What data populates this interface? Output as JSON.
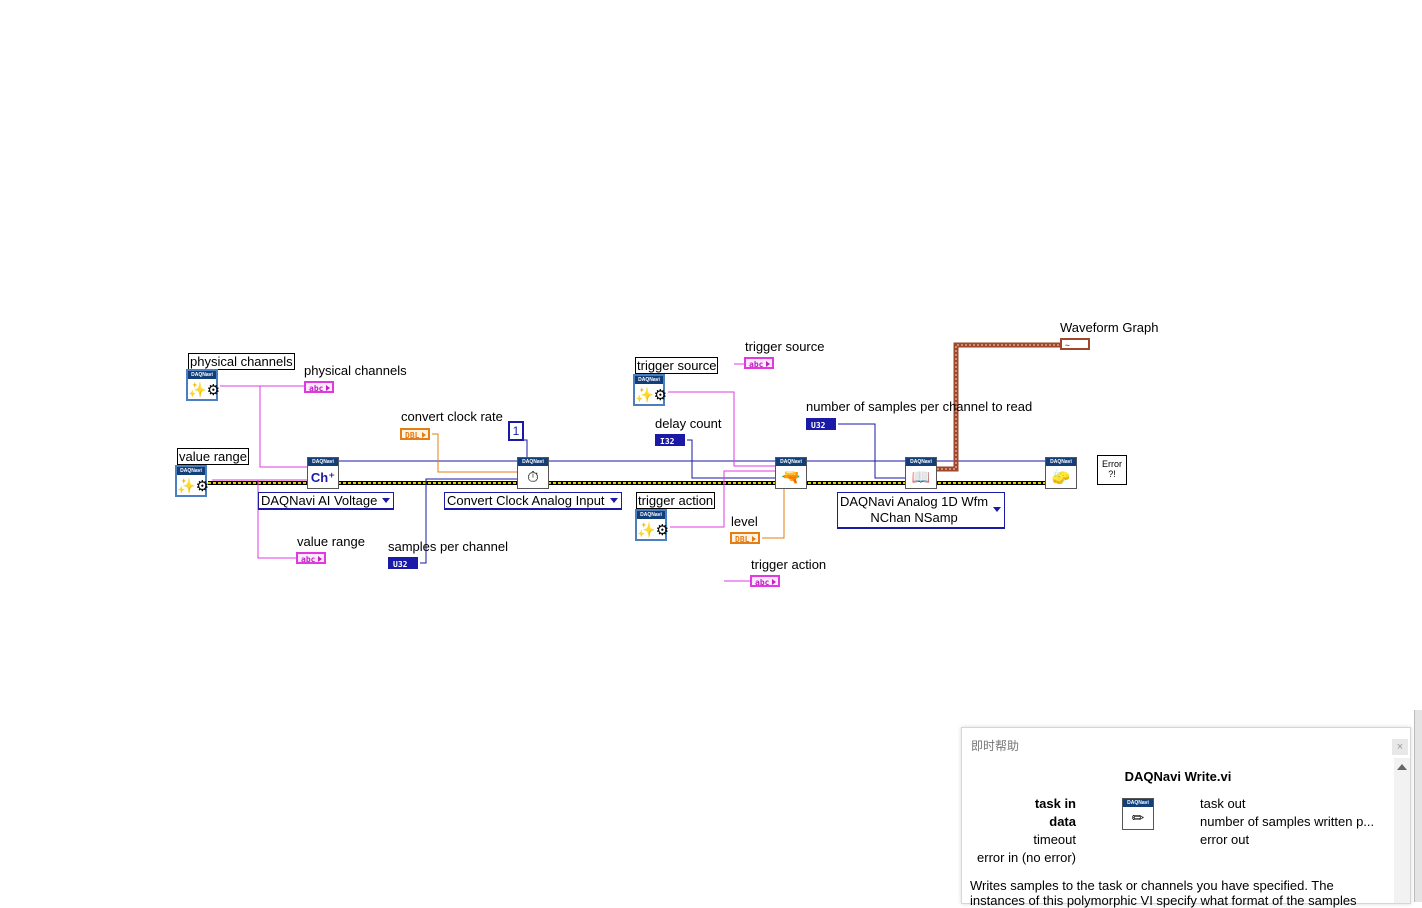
{
  "diagram": {
    "labels": {
      "physical_channels_ctrl": "physical channels",
      "physical_channels_ind": "physical channels",
      "value_range_ctrl": "value range",
      "value_range_ind": "value range",
      "convert_clock_rate": "convert clock rate",
      "samples_per_channel": "samples per channel",
      "trigger_source_ctrl": "trigger source",
      "trigger_source_ind": "trigger source",
      "delay_count": "delay count",
      "trigger_action_ctrl": "trigger action",
      "trigger_action_ind": "trigger action",
      "level": "level",
      "num_samples_to_read": "number of samples per channel to read",
      "waveform_graph": "Waveform Graph"
    },
    "ring_selectors": {
      "ai_voltage": "DAQNavi AI Voltage",
      "convert_clock": "Convert Clock Analog Input",
      "read_mode_line1": "DAQNavi Analog 1D Wfm",
      "read_mode_line2": "NChan NSamp"
    },
    "constant_one": "1",
    "terminals": {
      "string": "abc",
      "dbl": "DBL",
      "u32": "U32",
      "i32": "I32",
      "waveform": "~"
    },
    "vi_header": "DAQNavi",
    "error_vi": "Error ?!",
    "colors": {
      "string_wire": "#e039e0",
      "numeric_wire": "#1a1aa6",
      "dbl_wire": "#e57c14",
      "error_wire": "#d8c800",
      "waveform_wire": "#a0462a"
    }
  },
  "help": {
    "window_title": "即时帮助",
    "close": "×",
    "vi_name": "DAQNavi Write.vi",
    "inputs": [
      "task in",
      "data",
      "timeout",
      "error in (no error)"
    ],
    "outputs": [
      "task out",
      "number of samples written p...",
      "error out"
    ],
    "description": "Writes samples to the task or channels you have specified. The instances of this polymorphic VI specify what format of the samples"
  }
}
